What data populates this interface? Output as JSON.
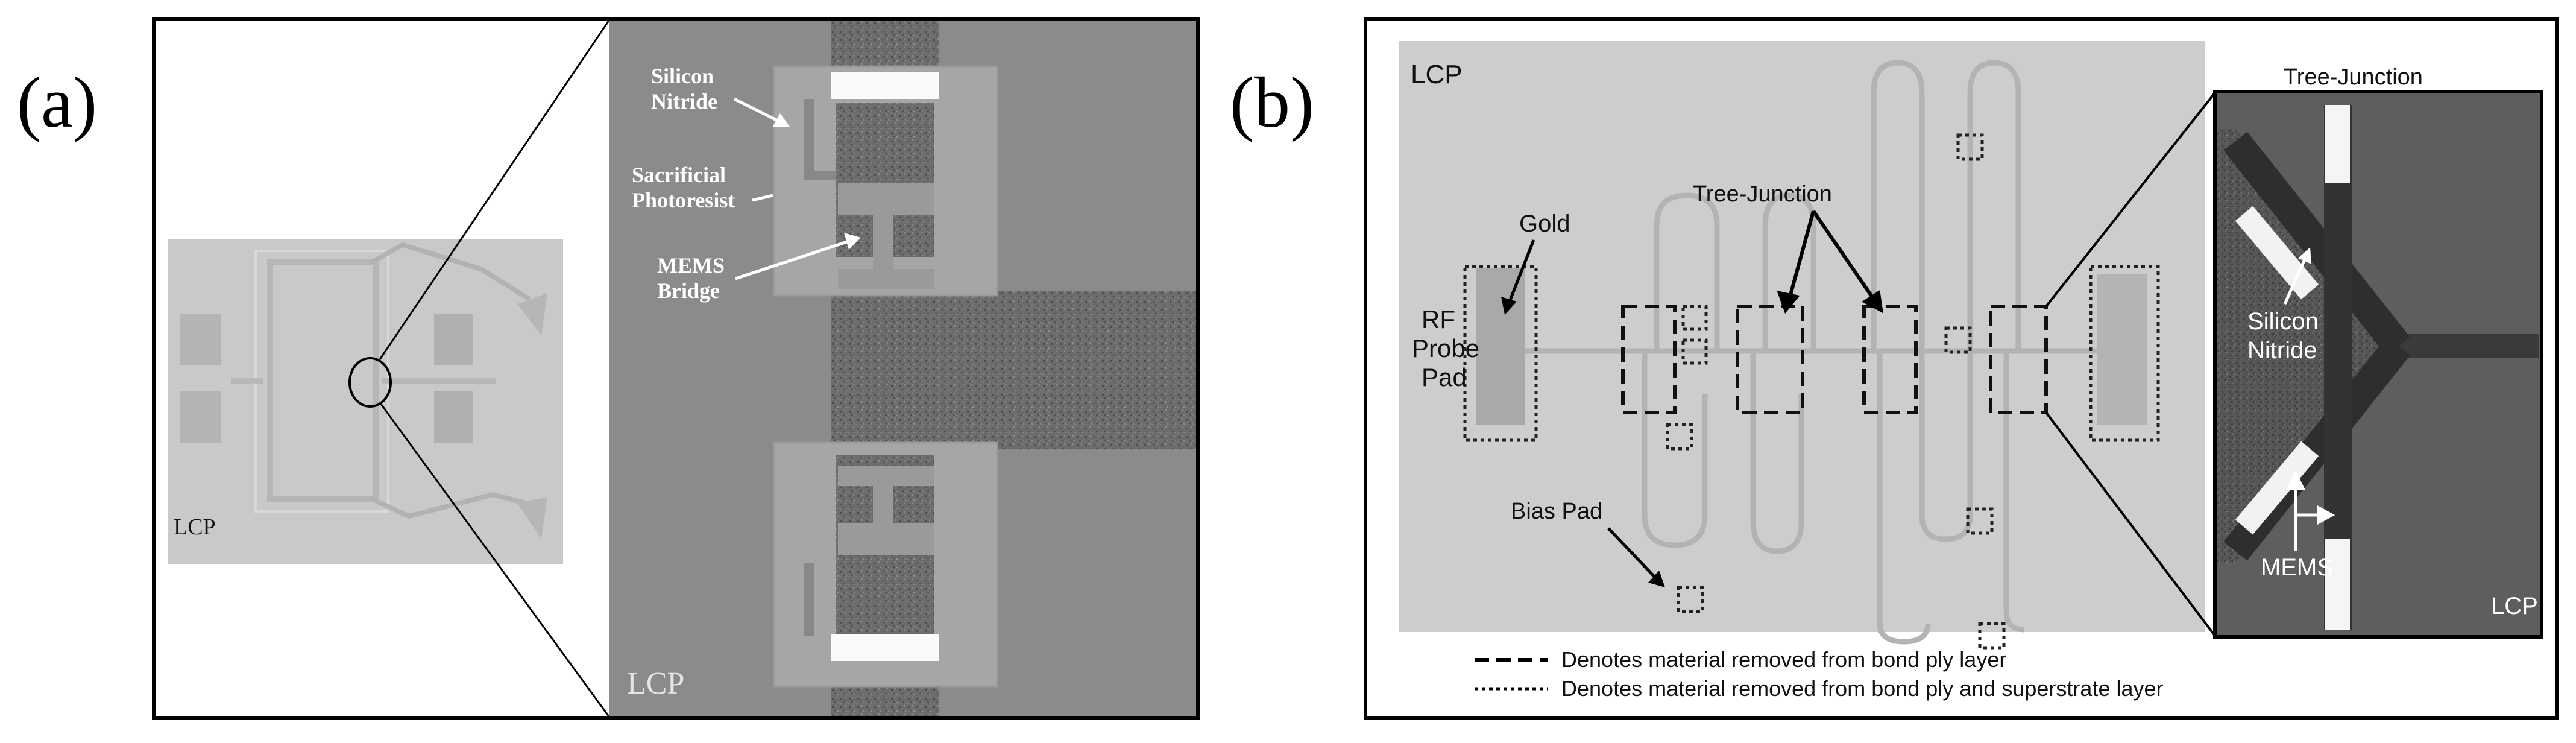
{
  "figure": {
    "panel_a": {
      "label": "(a)",
      "overview_label": "LCP",
      "zoom_label": "LCP",
      "annotations": {
        "silicon_nitride_l1": "Silicon",
        "silicon_nitride_l2": "Nitride",
        "photoresist_l1": "Sacrificial",
        "photoresist_l2": "Photoresist",
        "mems_l1": "MEMS",
        "mems_l2": "Bridge"
      }
    },
    "panel_b": {
      "label": "(b)",
      "lcp_label": "LCP",
      "gold_label": "Gold",
      "rf_l1": "RF",
      "rf_l2": "Probe",
      "rf_l3": "Pad",
      "tree_junction_label": "Tree-Junction",
      "bias_pad_label": "Bias Pad",
      "legend_dashed": "Denotes material removed from bond ply layer",
      "legend_dotted": "Denotes material removed from bond ply and superstrate layer",
      "inset": {
        "title": "Tree-Junction",
        "sin_l1": "Silicon",
        "sin_l2": "Nitride",
        "mems_label": "MEMS",
        "lcp_label": "LCP"
      }
    }
  }
}
